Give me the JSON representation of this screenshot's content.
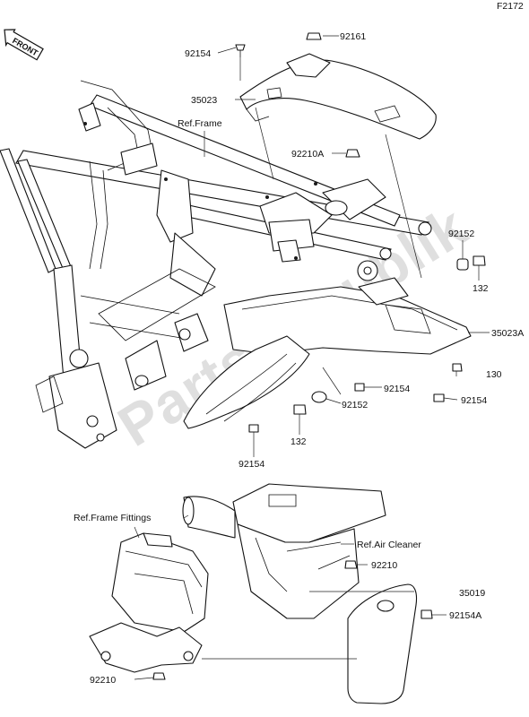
{
  "diagram": {
    "code": "F2172",
    "front_label": "FRONT",
    "watermark": "PartsRepublik"
  },
  "labels": {
    "p92154_top": "92154",
    "p92161": "92161",
    "p35023": "35023",
    "ref_frame": "Ref.Frame",
    "p92210a": "92210A",
    "p92152_right": "92152",
    "p132_right": "132",
    "p35023a": "35023A",
    "p130": "130",
    "p92154_mid": "92154",
    "p92152_mid": "92152",
    "p92154_right": "92154",
    "p132_mid": "132",
    "p92154_bottom": "92154",
    "ref_frame_fittings": "Ref.Frame Fittings",
    "ref_air_cleaner": "Ref.Air Cleaner",
    "p92210": "92210",
    "p35019": "35019",
    "p92154a": "92154A",
    "p92210_bottom": "92210"
  }
}
